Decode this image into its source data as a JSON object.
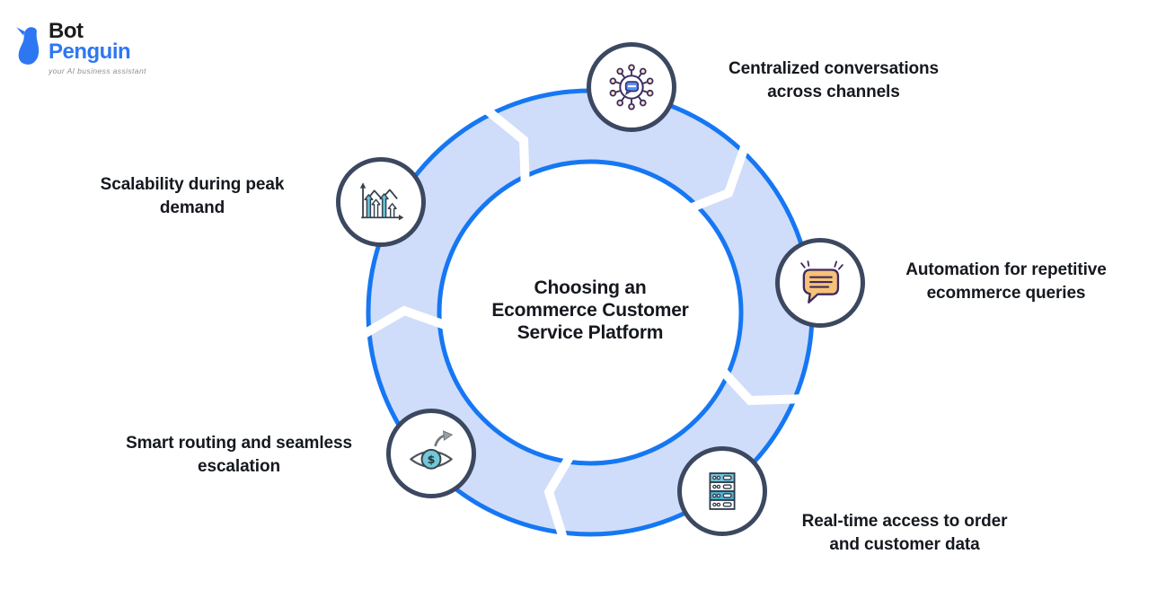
{
  "logo": {
    "name_top": "Bot",
    "name_bottom": "Penguin",
    "tagline": "your AI business assistant"
  },
  "title": "Choosing an\nEcommerce Customer\nService Platform",
  "nodes": [
    {
      "id": "centralized-conversations",
      "icon": "network-hub-icon",
      "label": "Centralized conversations\nacross channels"
    },
    {
      "id": "automation",
      "icon": "chat-bubble-icon",
      "label": "Automation for repetitive\necommerce queries"
    },
    {
      "id": "realtime-data",
      "icon": "server-rack-icon",
      "label": "Real-time access to order\nand customer data"
    },
    {
      "id": "smart-routing",
      "icon": "eye-dollar-icon",
      "label": "Smart routing and seamless\nescalation"
    },
    {
      "id": "scalability",
      "icon": "growth-chart-icon",
      "label": "Scalability during peak\ndemand"
    }
  ],
  "colors": {
    "ring_fill": "#cfddfa",
    "ring_stroke": "#1677f3",
    "node_border": "#3c4860",
    "text": "#15181e",
    "brand_blue": "#2e77f3",
    "icon_purple": "#3b2b5f",
    "icon_teal": "#6cc3dc",
    "icon_orange": "#f6c277",
    "icon_peach": "#f7e3c8",
    "icon_dark": "#37424e"
  }
}
